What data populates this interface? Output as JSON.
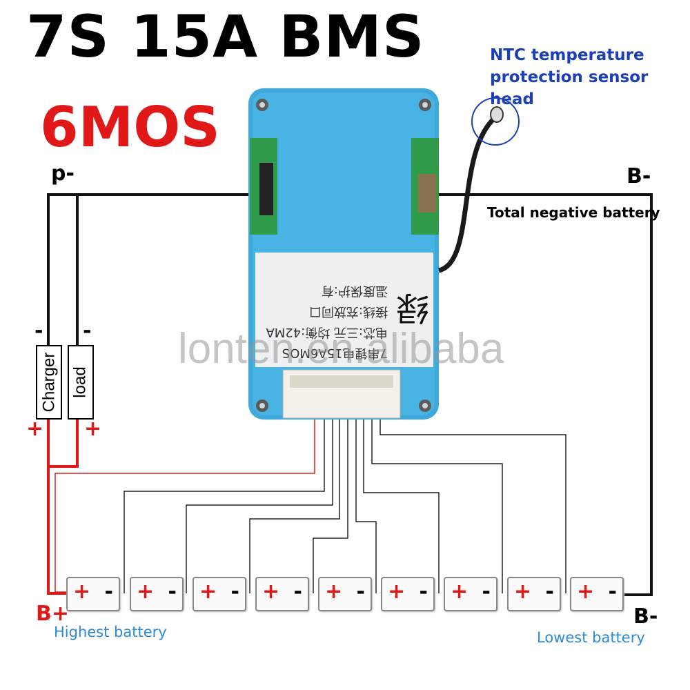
{
  "title": "7S 15A BMS",
  "subtitle": "6MOS",
  "ntc_label": "NTC temperature protection sensor head",
  "p_minus": "p-",
  "b_minus_top": "B-",
  "total_negative": "Total negative battery",
  "charger": {
    "label": "Charger",
    "neg": "-",
    "pos": "+"
  },
  "load": {
    "label": "load",
    "neg": "-",
    "pos": "+"
  },
  "b_plus": "B+",
  "b_minus_bottom": "B-",
  "highest_battery": "Highest battery",
  "lowest_battery": "Lowest battery",
  "watermark": "lonten.en.alibaba",
  "board_label": {
    "lines": [
      "7串锂电15A6MOS",
      "电芯:三元 均衡:42MA",
      "接线:充放同口",
      "温度保护:有"
    ],
    "glyph": "绿"
  },
  "cells": [
    {
      "plus": "+",
      "minus": "-"
    },
    {
      "plus": "+",
      "minus": "-"
    },
    {
      "plus": "+",
      "minus": "-"
    },
    {
      "plus": "+",
      "minus": "-"
    },
    {
      "plus": "+",
      "minus": "-"
    },
    {
      "plus": "+",
      "minus": "-"
    },
    {
      "plus": "+",
      "minus": "-"
    },
    {
      "plus": "+",
      "minus": "-"
    },
    {
      "plus": "+",
      "minus": "-"
    }
  ],
  "colors": {
    "board": "#3fa9dc",
    "pcb_green": "#2f9a4a",
    "wire_red": "#e01818",
    "label_blue": "#2a8ad8",
    "ntc_blue": "#1b3fb5"
  }
}
